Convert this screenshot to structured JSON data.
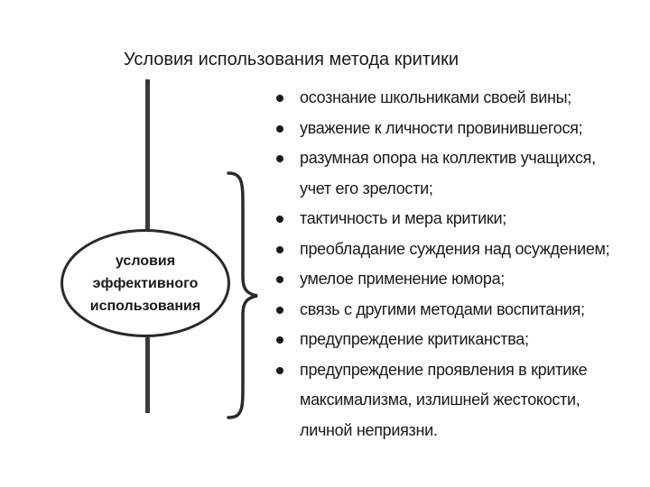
{
  "title": "Условия использования метода критики",
  "ellipse": {
    "line1": "условия",
    "line2": "эффективного",
    "line3": "использования"
  },
  "conditions": [
    {
      "lines": [
        "осознание школьниками своей вины;"
      ]
    },
    {
      "lines": [
        "уважение к личности провинившегося;"
      ]
    },
    {
      "lines": [
        "разумная опора на коллектив учащихся,",
        "учет его зрелости;"
      ]
    },
    {
      "lines": [
        "тактичность и мера критики;"
      ]
    },
    {
      "lines": [
        "преобладание суждения над осуждением;"
      ]
    },
    {
      "lines": [
        "умелое применение юмора;"
      ]
    },
    {
      "lines": [
        "связь с другими методами воспитания;"
      ]
    },
    {
      "lines": [
        "предупреждение критиканства;"
      ]
    },
    {
      "lines": [
        "предупреждение проявления в критике",
        "максимализма, излишней жестокости,",
        "личной неприязни."
      ]
    }
  ]
}
